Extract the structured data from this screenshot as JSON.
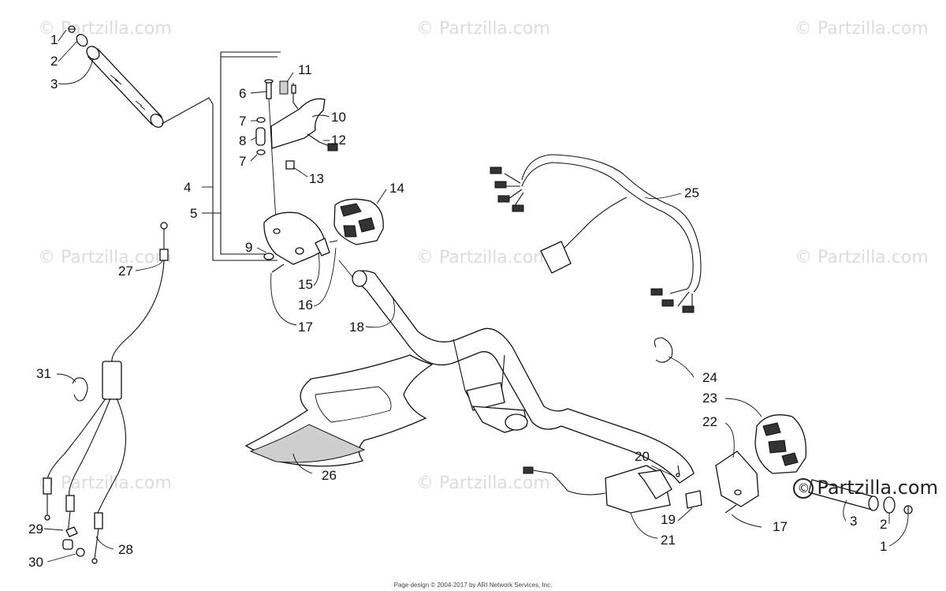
{
  "watermark_text": "© Partzilla.com",
  "brand": {
    "text": "Partzilla.com",
    "symbol": "©"
  },
  "footer": "Page design © 2004-2017 by ARI Network Services, Inc.",
  "callouts": {
    "c1a": "1",
    "c2a": "2",
    "c3a": "3",
    "c4": "4",
    "c5": "5",
    "c6": "6",
    "c7a": "7",
    "c7b": "7",
    "c8": "8",
    "c9": "9",
    "c10": "10",
    "c11": "11",
    "c12": "12",
    "c13": "13",
    "c14": "14",
    "c15": "15",
    "c16": "16",
    "c17a": "17",
    "c17b": "17",
    "c18": "18",
    "c19": "19",
    "c20": "20",
    "c21": "21",
    "c22": "22",
    "c23": "23",
    "c24": "24",
    "c25": "25",
    "c26": "26",
    "c27": "27",
    "c28": "28",
    "c29": "29",
    "c30": "30",
    "c31": "31",
    "c3b": "3",
    "c2b": "2",
    "c1b": "1"
  },
  "colors": {
    "ink": "#111111",
    "watermark": "#dcdcdc",
    "background": "#ffffff"
  }
}
